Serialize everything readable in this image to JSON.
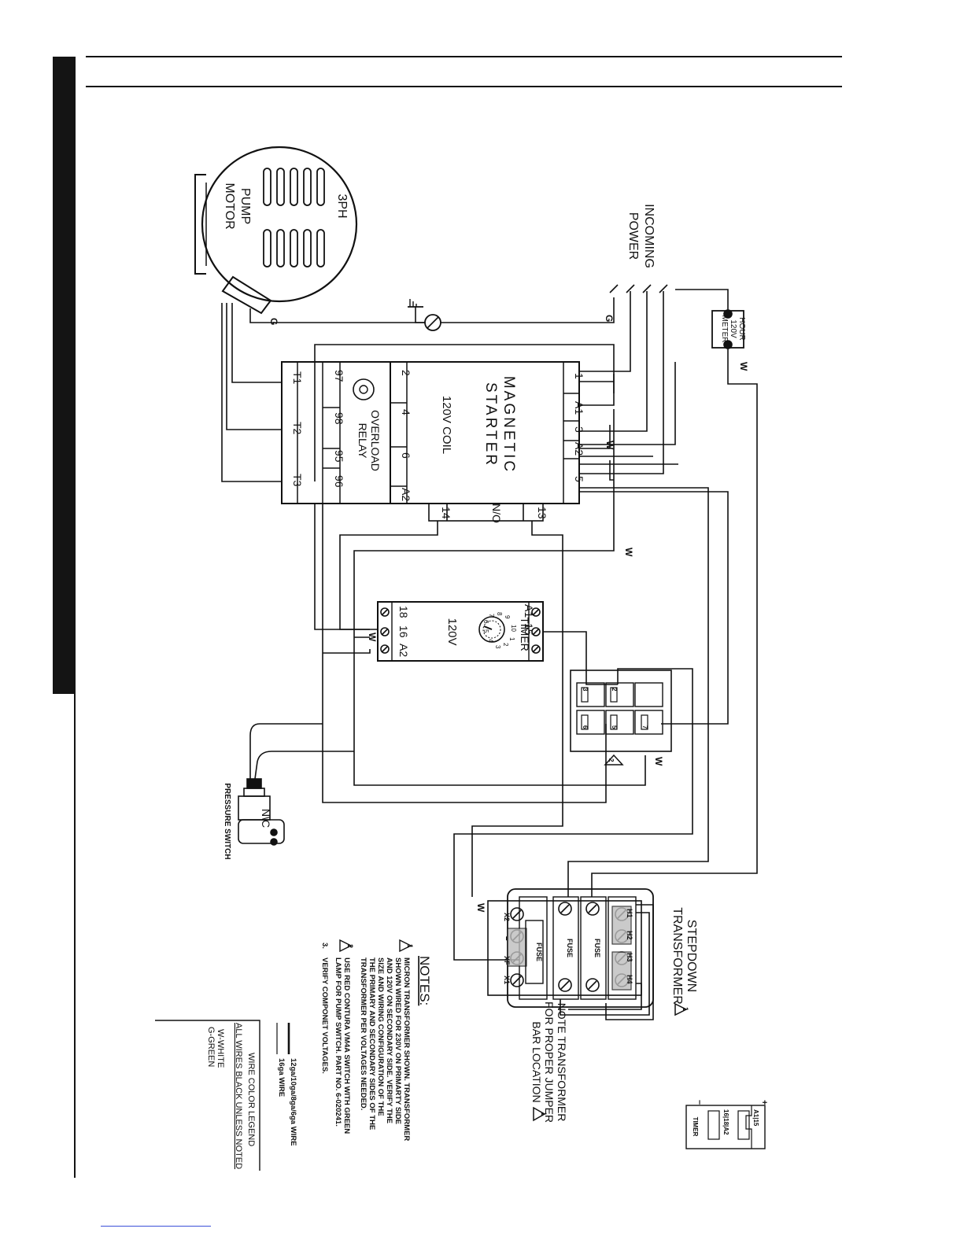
{
  "motor": {
    "line1": "3PH",
    "line2": "PUMP",
    "line3": "MOTOR",
    "ground": "G"
  },
  "incoming_power": {
    "line1": "INCOMING",
    "line2": "POWER",
    "ground": "G"
  },
  "hour_meter": {
    "line1": "HOUR",
    "line2": "120V",
    "line3": "METER"
  },
  "starter": {
    "title1": "MAGNETIC",
    "title2": "STARTER",
    "coil": "120V COIL",
    "top_terminals": [
      "2",
      "4",
      "6",
      "A2"
    ],
    "bottom_terminals": [
      "1",
      "A1",
      "3",
      "A2",
      "5"
    ],
    "aux_terminals": [
      "14",
      "N/O",
      "13"
    ]
  },
  "overload": {
    "line1": "OVERLOAD",
    "line2": "RELAY",
    "motor_terminals": [
      "T1",
      "T2",
      "T3"
    ],
    "contact_terminals": [
      "97",
      "98",
      "95",
      "96"
    ]
  },
  "timer": {
    "label": "TIMER",
    "voltage": "120V",
    "top_terminals": [
      "18",
      "16",
      "A2"
    ],
    "bottom_terminals": [
      "A1",
      "15"
    ],
    "dial_numbers": [
      "1",
      "2",
      "3",
      "4",
      "5",
      "6",
      "7",
      "8",
      "9",
      "10"
    ]
  },
  "terminal_block": {
    "terminals": [
      "3",
      "2",
      "6",
      "5",
      "7"
    ],
    "note_mark": "2"
  },
  "pressure_switch": {
    "label": "PRESSURE SWITCH",
    "contact": "N\\C"
  },
  "transformer": {
    "title1": "STEPDOWN",
    "title2": "TRANSFORMER",
    "note_mark": "1",
    "primary_terminals": [
      "H1",
      "H2",
      "H3",
      "H4"
    ],
    "secondary_terminals": [
      "X2",
      "XF",
      "X1"
    ],
    "fuse_label": "FUSE",
    "minus": "–"
  },
  "transformer_note": {
    "line1": "NOTE TRANSFORMER",
    "line2": "FOR PROPER JUMPER",
    "line3": "BAR LOCATION",
    "mark": "1"
  },
  "wire_labels": {
    "white": "W"
  },
  "notes": {
    "title": "NOTES:",
    "items": [
      {
        "mark": "1",
        "lines": [
          "MICRON TRANSFORMER SHOWN. TRANSFORMER",
          "SHOWN WIRED FOR 230V ON PRIMARTY SIDE",
          "AND 120V ON SECONDARY SIDE. VERIFY THE",
          "SIZE AND WIRING CONFIGURATION OF THE",
          "THE PRIMARY AND SECONDARY SIDES OF THE",
          "TRANSFORMER PER VOLTAGES NEEDED."
        ]
      },
      {
        "mark": "2",
        "lines": [
          "USE RED CONTURA VM4A SWITCH WITH GREEN",
          "LAMP FOR PUMP SWITCH. PART NO. 6-020241."
        ]
      },
      {
        "mark": "3.",
        "lines": [
          "VERIFY COMPONET VOLTAGES."
        ]
      }
    ]
  },
  "wire_size_legend": {
    "heavy": "12ga/10ga/8ga/6ga WIRE",
    "light": "16ga WIRE"
  },
  "wire_color_legend": {
    "title": "WIRE COLOR LEGEND",
    "subtitle": "ALL WIRES BLACK UNLESS NOTED",
    "white": "W-WHITE",
    "green": "G-GREEN"
  },
  "timer_symbol": {
    "label": "TIMER",
    "terminals_top": "A1|15",
    "terminals_bottom": "16|18|A2",
    "plus": "+",
    "minus": "–"
  }
}
